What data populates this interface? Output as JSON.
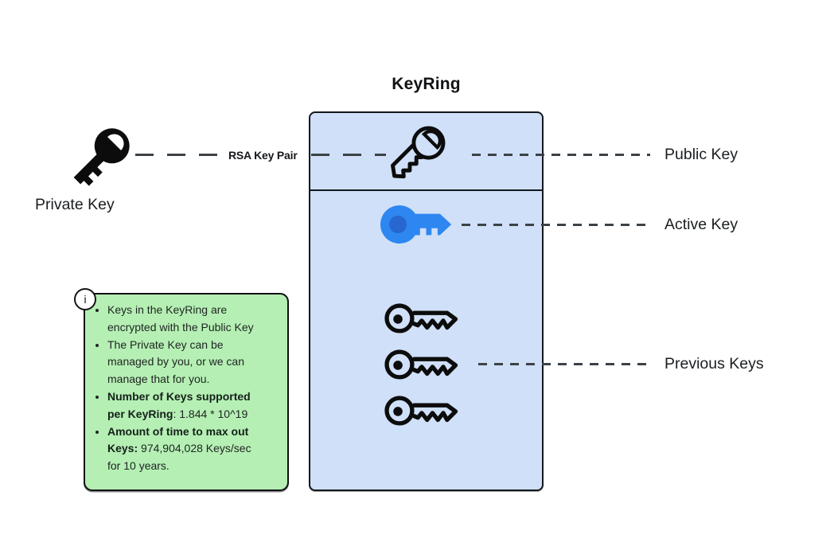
{
  "keyring": {
    "title": "KeyRing",
    "sections": [
      "public-key-slot",
      "key-list"
    ],
    "previous_keys_count": 3,
    "icons": {
      "public_key": "public-key-icon",
      "active_key": "active-key-icon",
      "previous_key": "previous-key-icon"
    }
  },
  "left": {
    "private_key_label": "Private Key",
    "private_key_icon": "private-key-icon"
  },
  "connectors": {
    "rsa_label": "RSA Key Pair",
    "public_label": "Public Key",
    "active_label": "Active Key",
    "previous_label": "Previous Keys"
  },
  "info_box": {
    "icon": "info-icon",
    "icon_letter": "i",
    "items": [
      {
        "segments": [
          {
            "text": "Keys in the KeyRing are encrypted with the Public Key",
            "bold": false
          }
        ]
      },
      {
        "segments": [
          {
            "text": "The Private Key can be managed by you, or we can manage that for you.",
            "bold": false
          }
        ]
      },
      {
        "segments": [
          {
            "text": "Number of Keys supported per KeyRing",
            "bold": true
          },
          {
            "text": ": 1.844 * 10^19",
            "bold": false
          }
        ]
      },
      {
        "segments": [
          {
            "text": "Amount of time to max out Keys:",
            "bold": true
          },
          {
            "text": " 974,904,028 Keys/sec for 10 years.",
            "bold": false
          }
        ]
      }
    ]
  },
  "colors": {
    "keyring_fill": "#cfe0f8",
    "keyring_border": "#14181d",
    "info_fill": "#b5efb4",
    "info_border": "#101010",
    "active_key_blue": "#2e87f0",
    "active_key_dark": "#2767cf",
    "dash_color": "#3c4247",
    "text_color": "#1b1e21",
    "icon_black": "#0c0c0c"
  }
}
